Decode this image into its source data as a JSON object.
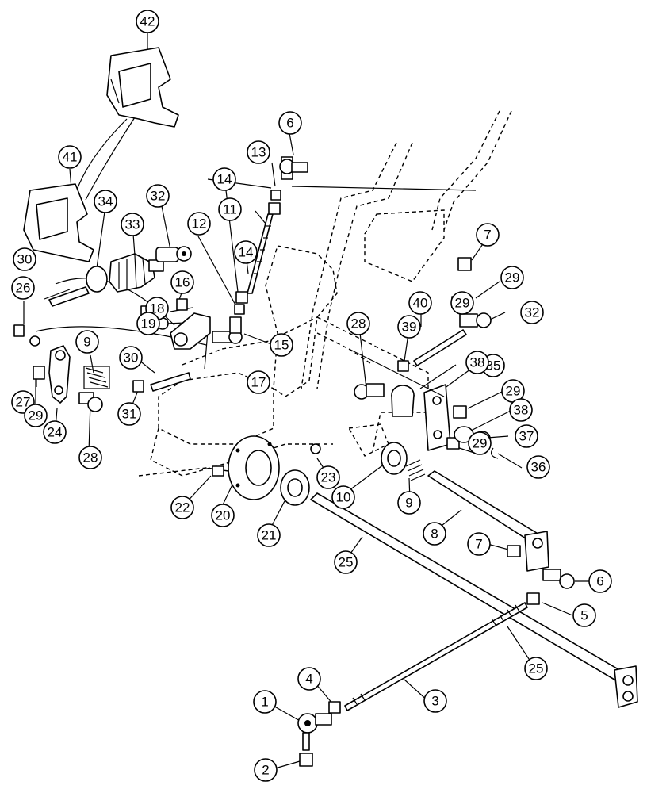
{
  "callouts": [
    {
      "num": "1"
    },
    {
      "num": "2"
    },
    {
      "num": "3"
    },
    {
      "num": "4"
    },
    {
      "num": "5"
    },
    {
      "num": "6"
    },
    {
      "num": "6"
    },
    {
      "num": "7"
    },
    {
      "num": "7"
    },
    {
      "num": "8"
    },
    {
      "num": "9"
    },
    {
      "num": "9"
    },
    {
      "num": "10"
    },
    {
      "num": "11"
    },
    {
      "num": "12"
    },
    {
      "num": "13"
    },
    {
      "num": "14"
    },
    {
      "num": "14"
    },
    {
      "num": "15"
    },
    {
      "num": "16"
    },
    {
      "num": "17"
    },
    {
      "num": "18"
    },
    {
      "num": "19"
    },
    {
      "num": "20"
    },
    {
      "num": "21"
    },
    {
      "num": "22"
    },
    {
      "num": "23"
    },
    {
      "num": "24"
    },
    {
      "num": "25"
    },
    {
      "num": "25"
    },
    {
      "num": "26"
    },
    {
      "num": "27"
    },
    {
      "num": "28"
    },
    {
      "num": "28"
    },
    {
      "num": "29"
    },
    {
      "num": "29"
    },
    {
      "num": "29"
    },
    {
      "num": "29"
    },
    {
      "num": "29"
    },
    {
      "num": "30"
    },
    {
      "num": "30"
    },
    {
      "num": "31"
    },
    {
      "num": "32"
    },
    {
      "num": "32"
    },
    {
      "num": "33"
    },
    {
      "num": "34"
    },
    {
      "num": "35"
    },
    {
      "num": "36"
    },
    {
      "num": "37"
    },
    {
      "num": "38"
    },
    {
      "num": "38"
    },
    {
      "num": "39"
    },
    {
      "num": "40"
    },
    {
      "num": "41"
    },
    {
      "num": "42"
    }
  ]
}
